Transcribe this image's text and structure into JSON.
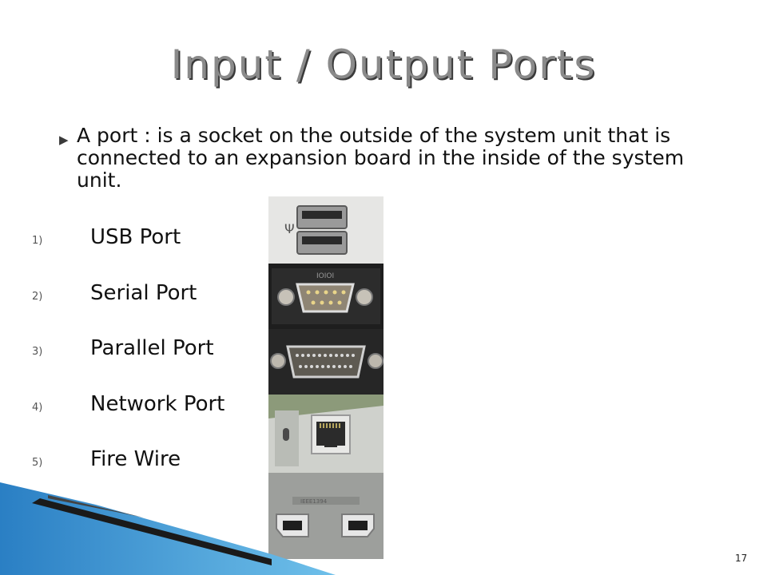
{
  "slide": {
    "title": "Input / Output Ports",
    "definition": "A port : is a socket on the outside of the system unit that is connected to an expansion board in the inside of the system unit.",
    "items": [
      {
        "num": "1)",
        "label": "USB Port"
      },
      {
        "num": "2)",
        "label": "Serial Port"
      },
      {
        "num": "3)",
        "label": "Parallel Port"
      },
      {
        "num": "4)",
        "label": "Network Port"
      },
      {
        "num": "5)",
        "label": "Fire Wire"
      }
    ],
    "page_number": "17"
  },
  "photos": [
    {
      "name": "usb-port-photo",
      "icon": "usb-port"
    },
    {
      "name": "serial-port-photo",
      "icon": "serial-port"
    },
    {
      "name": "parallel-port-photo",
      "icon": "parallel-port"
    },
    {
      "name": "network-port-photo",
      "icon": "network-port"
    },
    {
      "name": "firewire-port-photo",
      "icon": "firewire-port"
    }
  ],
  "colors": {
    "title_gray": "#8a8a8a",
    "accent_blue": "#2a7fc4",
    "accent_light_blue": "#6fc0ea"
  }
}
